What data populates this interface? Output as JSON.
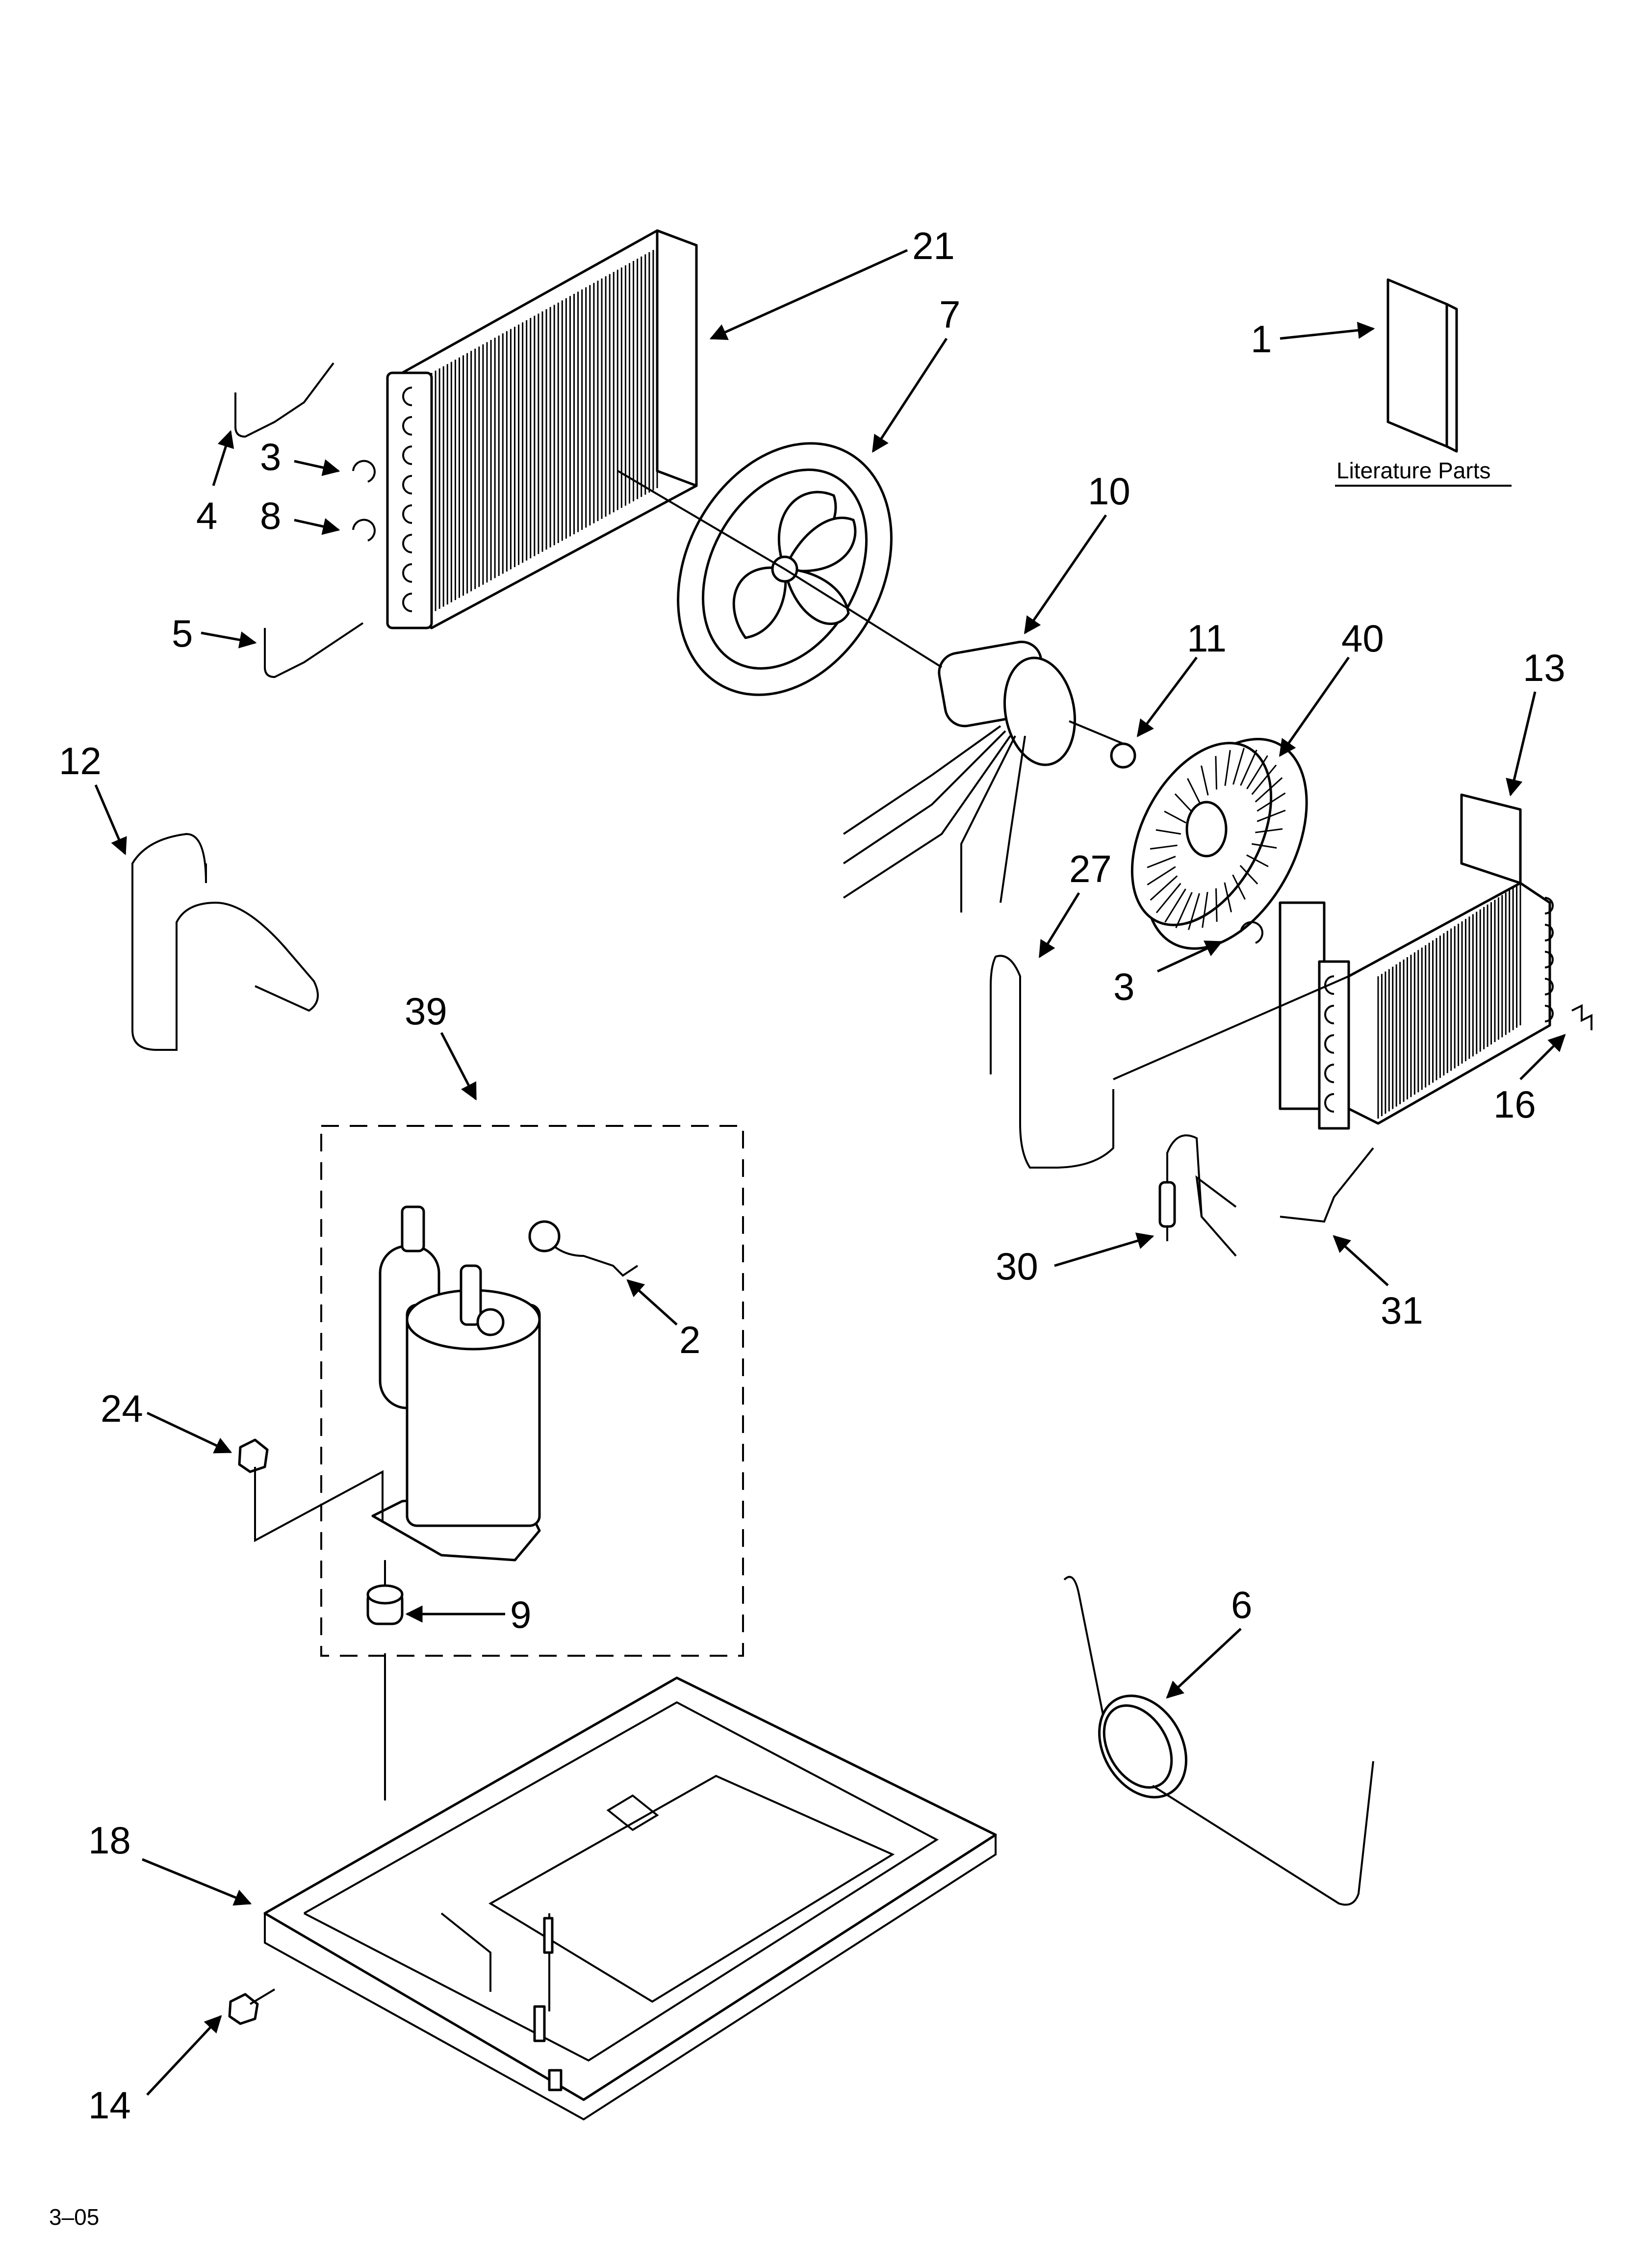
{
  "diagram": {
    "labels": [
      "21",
      "7",
      "1",
      "3",
      "8",
      "4",
      "5",
      "10",
      "11",
      "40",
      "13",
      "12",
      "27",
      "3",
      "16",
      "39",
      "30",
      "31",
      "2",
      "24",
      "9",
      "6",
      "18",
      "14"
    ],
    "literature_label": "Literature Parts",
    "revision": "3–05"
  }
}
